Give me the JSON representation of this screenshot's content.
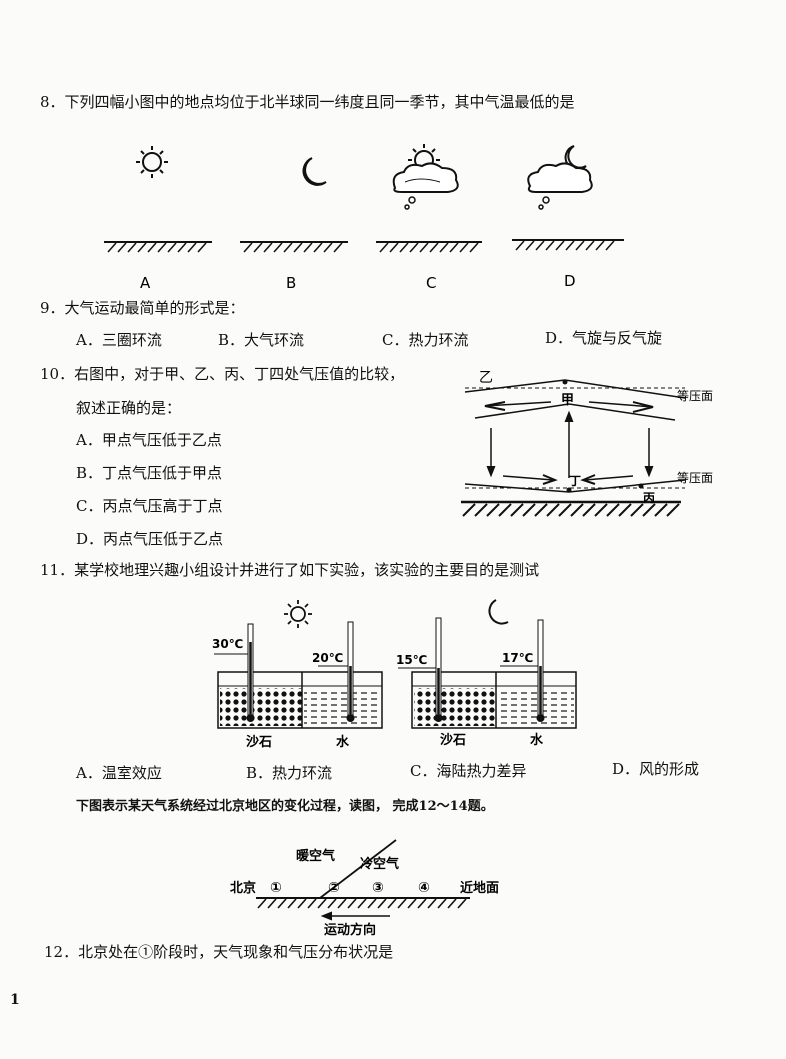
{
  "q8": {
    "stem": "8．下列四幅小图中的地点均位于北半球同一纬度且同一季节，其中气温最低的是",
    "labels": [
      "A",
      "B",
      "C",
      "D"
    ]
  },
  "q9": {
    "stem": "9．大气运动最简单的形式是：",
    "options": [
      "A．三圈环流",
      "B．大气环流",
      "C．热力环流",
      "D．气旋与反气旋"
    ]
  },
  "q10": {
    "stem_line1": "10．右图中，对于甲、乙、丙、丁四处气压值的比较，",
    "stem_line2": "叙述正确的是：",
    "options": [
      "A．甲点气压低于乙点",
      "B．丁点气压低于甲点",
      "C．丙点气压高于丁点",
      "D．丙点气压低于乙点"
    ],
    "fig": {
      "yi": "乙",
      "jia": "甲",
      "ding": "丁",
      "bing": "丙",
      "isobar_top": "等压面",
      "isobar_bottom": "等压面"
    }
  },
  "q11": {
    "stem": "11．某学校地理兴趣小组设计并进行了如下实验，该实验的主要目的是测试",
    "fig": {
      "day_sand_temp": "30℃",
      "day_water_temp": "20℃",
      "night_sand_temp": "15℃",
      "night_water_temp": "17℃",
      "sand": "沙石",
      "water": "水"
    },
    "options": [
      "A．温室效应",
      "B．热力环流",
      "C．海陆热力差异",
      "D．风的形成"
    ]
  },
  "intro_12_14": "下图表示某天气系统经过北京地区的变化过程，读图， 完成12～14题。",
  "front_fig": {
    "warm": "暖空气",
    "cold": "冷空气",
    "beijing": "北京",
    "stages": [
      "①",
      "②",
      "③",
      "④"
    ],
    "near_ground": "近地面",
    "motion": "运动方向"
  },
  "q12": {
    "stem": "12．北京处在①阶段时，天气现象和气压分布状况是"
  },
  "page_number": "1"
}
